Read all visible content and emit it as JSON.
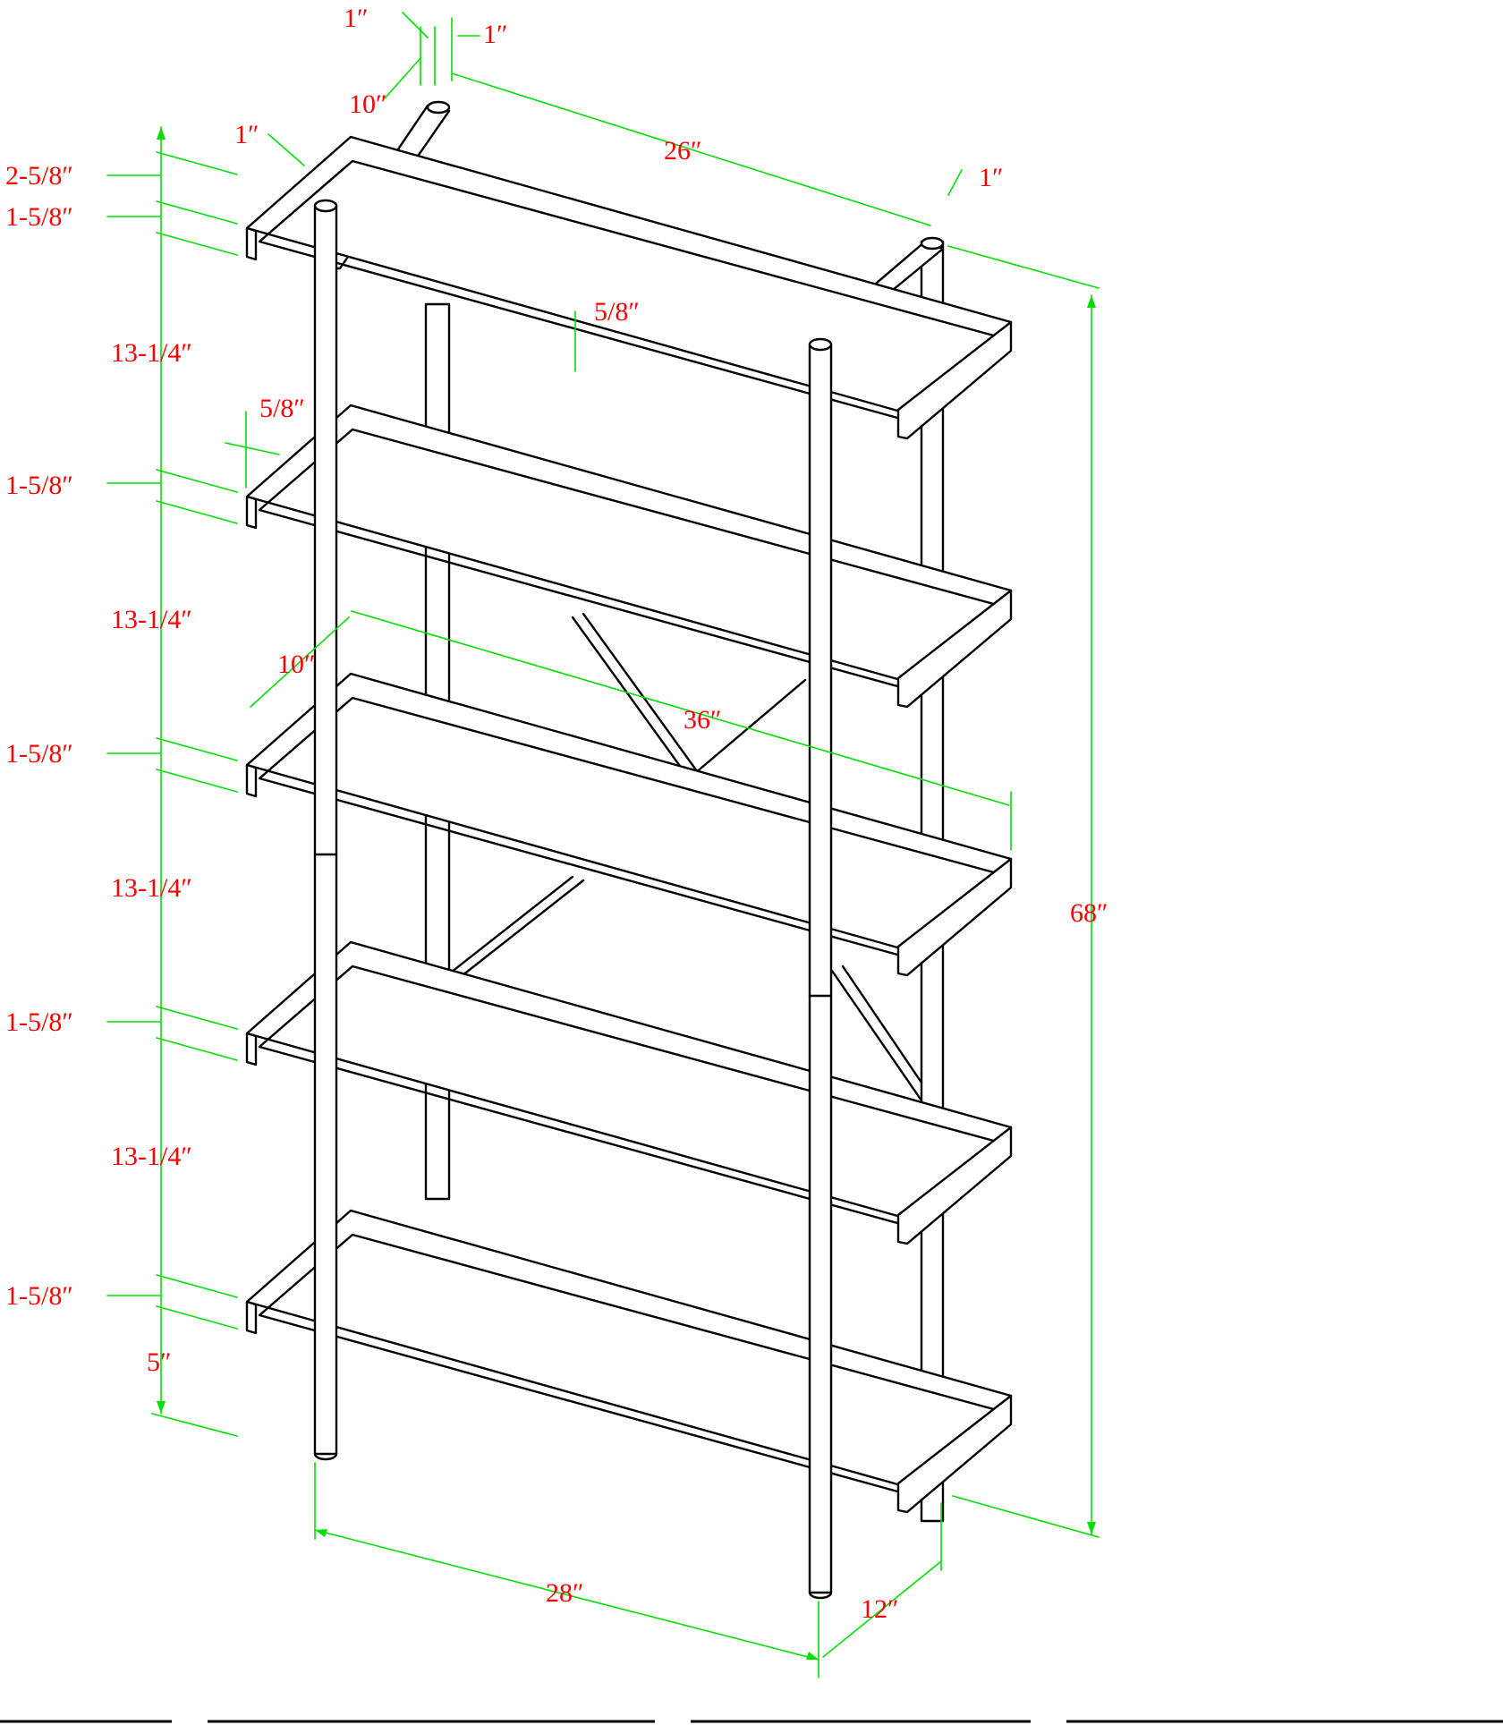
{
  "drawing": {
    "title": "",
    "line_color": "#000000",
    "dimension_line_color": "#00e000",
    "label_color": "#ff0000"
  },
  "dimensions": {
    "post_width_a": "1″",
    "post_width_b": "1″",
    "post_depth_top": "10″",
    "side_rail_width": "1″",
    "overall_depth_top": "26″",
    "right_post_width": "1″",
    "top_lip": "2-5/8″",
    "shelf_thickness_1": "1-5/8″",
    "shelf_spacing_1": "13-1/4″",
    "shelf_inset": "5/8″",
    "lip_thickness": "5/8″",
    "shelf_thickness_2": "1-5/8″",
    "shelf_spacing_2": "13-1/4″",
    "shelf_depth": "10″",
    "shelf_length": "36″",
    "shelf_thickness_3": "1-5/8″",
    "shelf_spacing_3": "13-1/4″",
    "shelf_thickness_4": "1-5/8″",
    "shelf_spacing_4": "13-1/4″",
    "shelf_thickness_5": "1-5/8″",
    "bottom_clearance": "5″",
    "overall_height": "68″",
    "overall_width": "28″",
    "overall_depth": "12″"
  }
}
